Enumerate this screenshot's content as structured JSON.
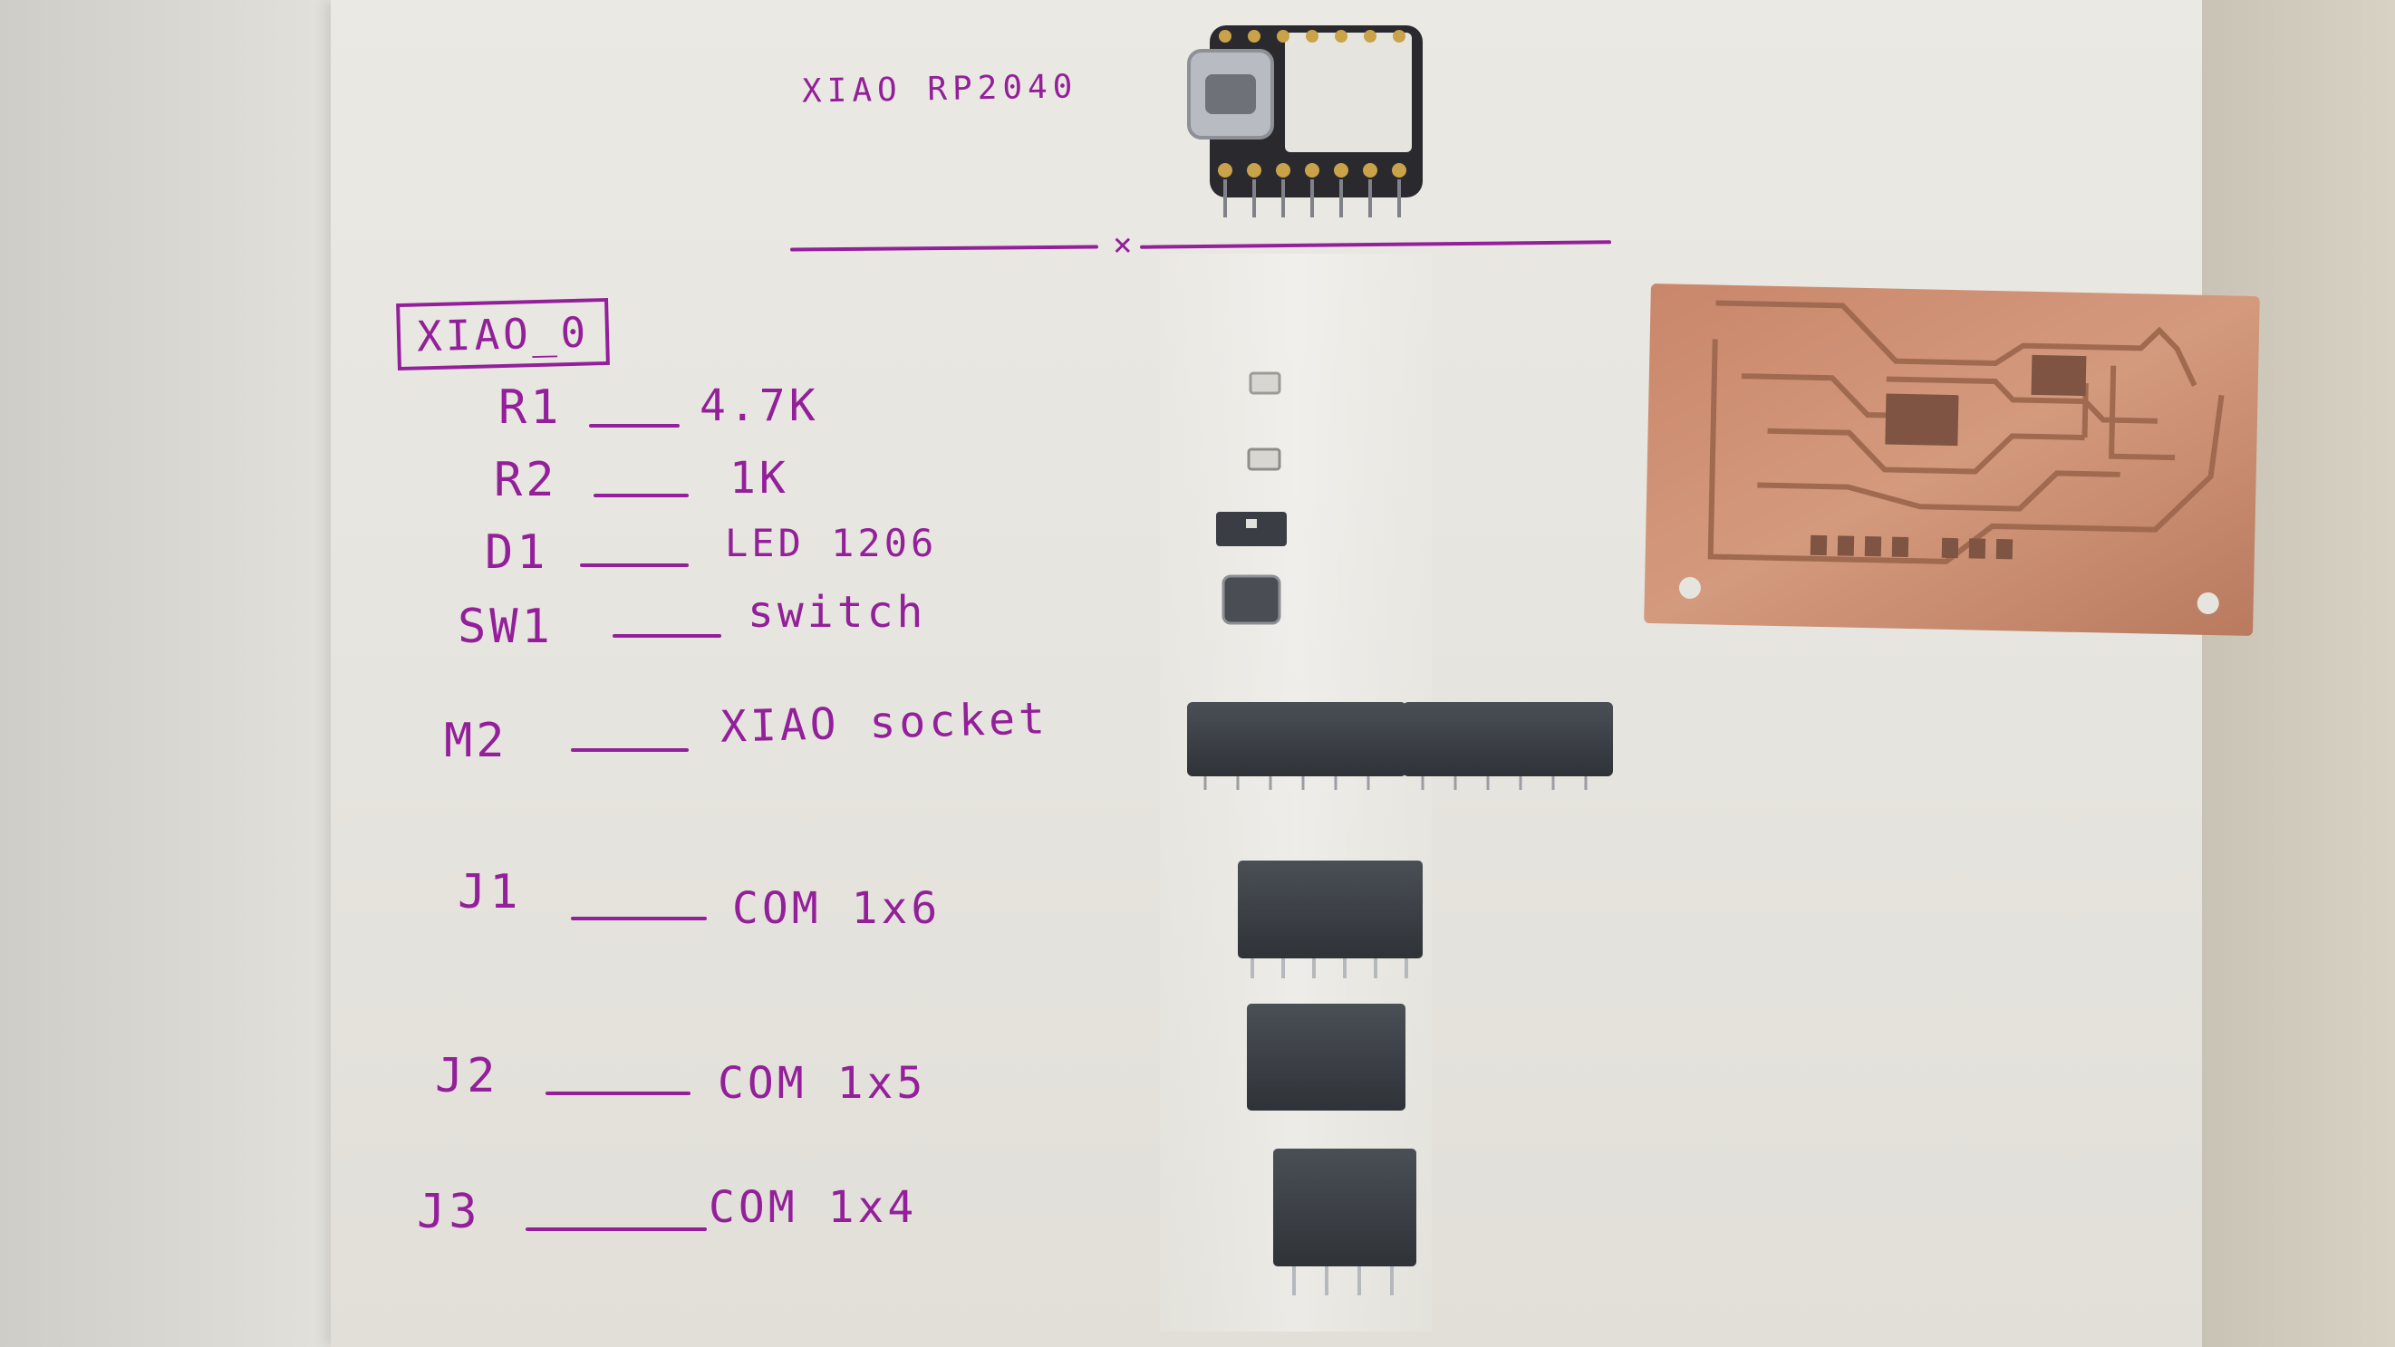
{
  "notebook": {
    "board_title": "XIAO RP2040",
    "board_name": "XIAO_0",
    "components": [
      {
        "ref": "R1",
        "value": "4.7K"
      },
      {
        "ref": "R2",
        "value": "1K"
      },
      {
        "ref": "D1",
        "value": "LED 1206"
      },
      {
        "ref": "SW1",
        "value": "switch"
      },
      {
        "ref": "M2",
        "value": "XIAO socket"
      },
      {
        "ref": "J1",
        "value": "COM 1x6"
      },
      {
        "ref": "J2",
        "value": "COM 1x5"
      },
      {
        "ref": "J3",
        "value": "COM 1x4"
      }
    ]
  },
  "colors": {
    "ink": "#93209a",
    "paper": "#e8e6e0",
    "copper": "#c8886a",
    "header": "#3d4248"
  }
}
